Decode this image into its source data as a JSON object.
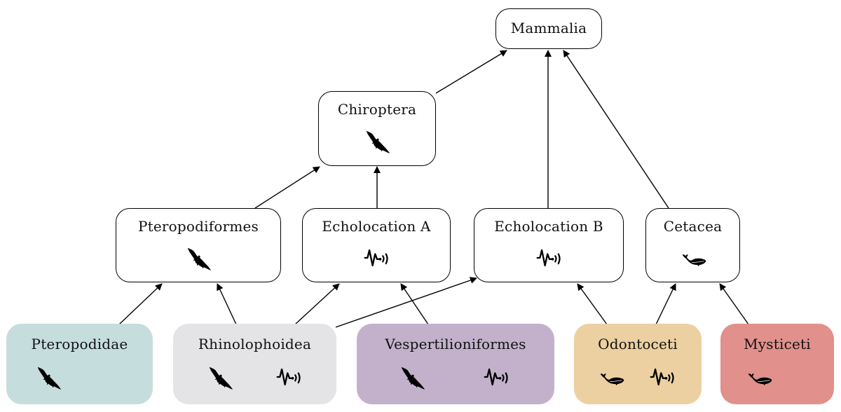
{
  "diagram": {
    "title": "",
    "nodes": [
      {
        "id": "mammalia",
        "label": "Mammalia",
        "icons": [],
        "style": "outline",
        "fill": "#ffffff"
      },
      {
        "id": "chiroptera",
        "label": "Chiroptera",
        "icons": [
          "bat-icon"
        ],
        "style": "outline",
        "fill": "#ffffff"
      },
      {
        "id": "pteropodiformes",
        "label": "Pteropodiformes",
        "icons": [
          "bat-icon"
        ],
        "style": "outline",
        "fill": "#ffffff"
      },
      {
        "id": "echolocation_a",
        "label": "Echolocation A",
        "icons": [
          "echolocation-icon"
        ],
        "style": "outline",
        "fill": "#ffffff"
      },
      {
        "id": "echolocation_b",
        "label": "Echolocation B",
        "icons": [
          "echolocation-icon"
        ],
        "style": "outline",
        "fill": "#ffffff"
      },
      {
        "id": "cetacea",
        "label": "Cetacea",
        "icons": [
          "whale-icon"
        ],
        "style": "outline",
        "fill": "#ffffff"
      },
      {
        "id": "pteropodidae",
        "label": "Pteropodidae",
        "icons": [
          "bat-icon"
        ],
        "style": "leaf",
        "fill": "#c5dedd"
      },
      {
        "id": "rhinolophoidea",
        "label": "Rhinolophoidea",
        "icons": [
          "bat-icon",
          "echolocation-icon"
        ],
        "style": "leaf",
        "fill": "#e4e4e6"
      },
      {
        "id": "vespertilioniformes",
        "label": "Vespertilioniformes",
        "icons": [
          "bat-icon",
          "echolocation-icon"
        ],
        "style": "leaf",
        "fill": "#c3b1cc"
      },
      {
        "id": "odontoceti",
        "label": "Odontoceti",
        "icons": [
          "whale-icon",
          "echolocation-icon"
        ],
        "style": "leaf",
        "fill": "#ecd0a1"
      },
      {
        "id": "mysticeti",
        "label": "Mysticeti",
        "icons": [
          "whale-icon"
        ],
        "style": "leaf",
        "fill": "#e1908b"
      }
    ],
    "edges": [
      {
        "from": "chiroptera",
        "to": "mammalia"
      },
      {
        "from": "echolocation_b",
        "to": "mammalia"
      },
      {
        "from": "cetacea",
        "to": "mammalia"
      },
      {
        "from": "pteropodiformes",
        "to": "chiroptera"
      },
      {
        "from": "echolocation_a",
        "to": "chiroptera"
      },
      {
        "from": "pteropodidae",
        "to": "pteropodiformes"
      },
      {
        "from": "rhinolophoidea",
        "to": "pteropodiformes"
      },
      {
        "from": "rhinolophoidea",
        "to": "echolocation_a"
      },
      {
        "from": "rhinolophoidea",
        "to": "echolocation_b"
      },
      {
        "from": "vespertilioniformes",
        "to": "echolocation_a"
      },
      {
        "from": "odontoceti",
        "to": "echolocation_b"
      },
      {
        "from": "odontoceti",
        "to": "cetacea"
      },
      {
        "from": "mysticeti",
        "to": "cetacea"
      }
    ]
  }
}
